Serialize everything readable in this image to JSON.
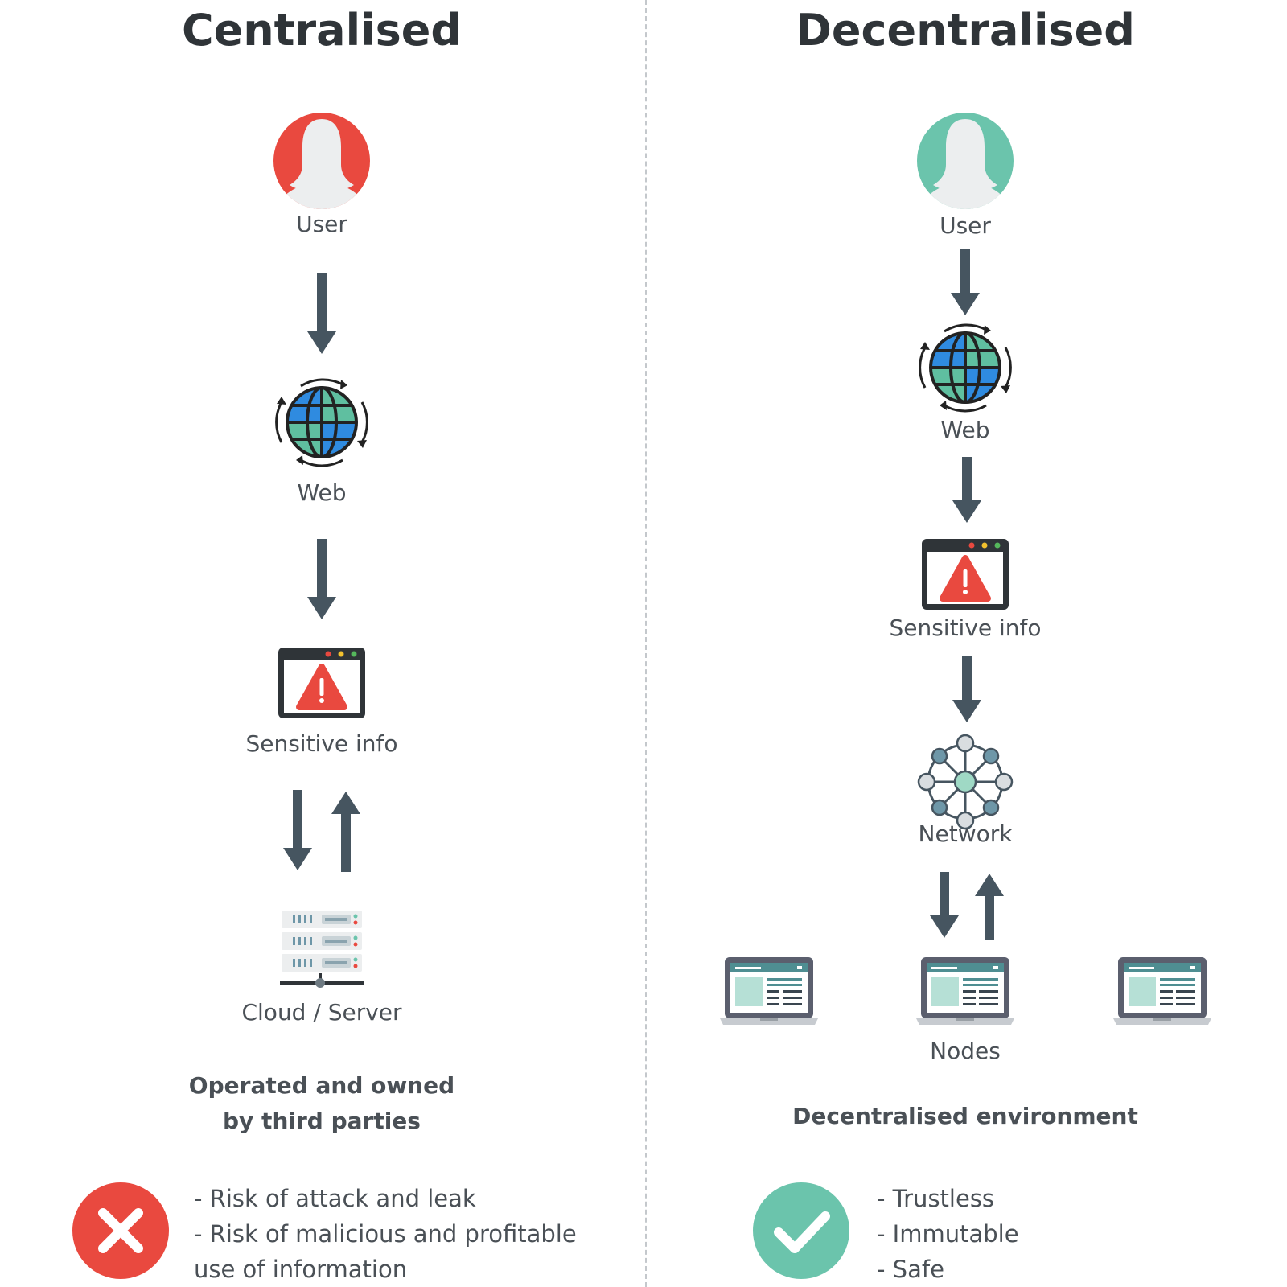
{
  "colors": {
    "red": "#e9493f",
    "teal": "#6bc4ac",
    "arrow": "#465560",
    "dark": "#2f3438"
  },
  "centralised": {
    "title": "Centralised",
    "user_label": "User",
    "web_label": "Web",
    "sensitive_label": "Sensitive info",
    "server_label": "Cloud / Server",
    "summary_line1": "Operated and owned",
    "summary_line2": "by third parties",
    "status_icon": "cross-icon",
    "points": [
      "- Risk of attack and leak",
      "- Risk of malicious and profitable",
      "use of information"
    ]
  },
  "decentralised": {
    "title": "Decentralised",
    "user_label": "User",
    "web_label": "Web",
    "sensitive_label": "Sensitive info",
    "network_label": "Network",
    "nodes_label": "Nodes",
    "summary": "Decentralised environment",
    "status_icon": "check-icon",
    "points": [
      "- Trustless",
      "- Immutable",
      "- Safe"
    ]
  }
}
